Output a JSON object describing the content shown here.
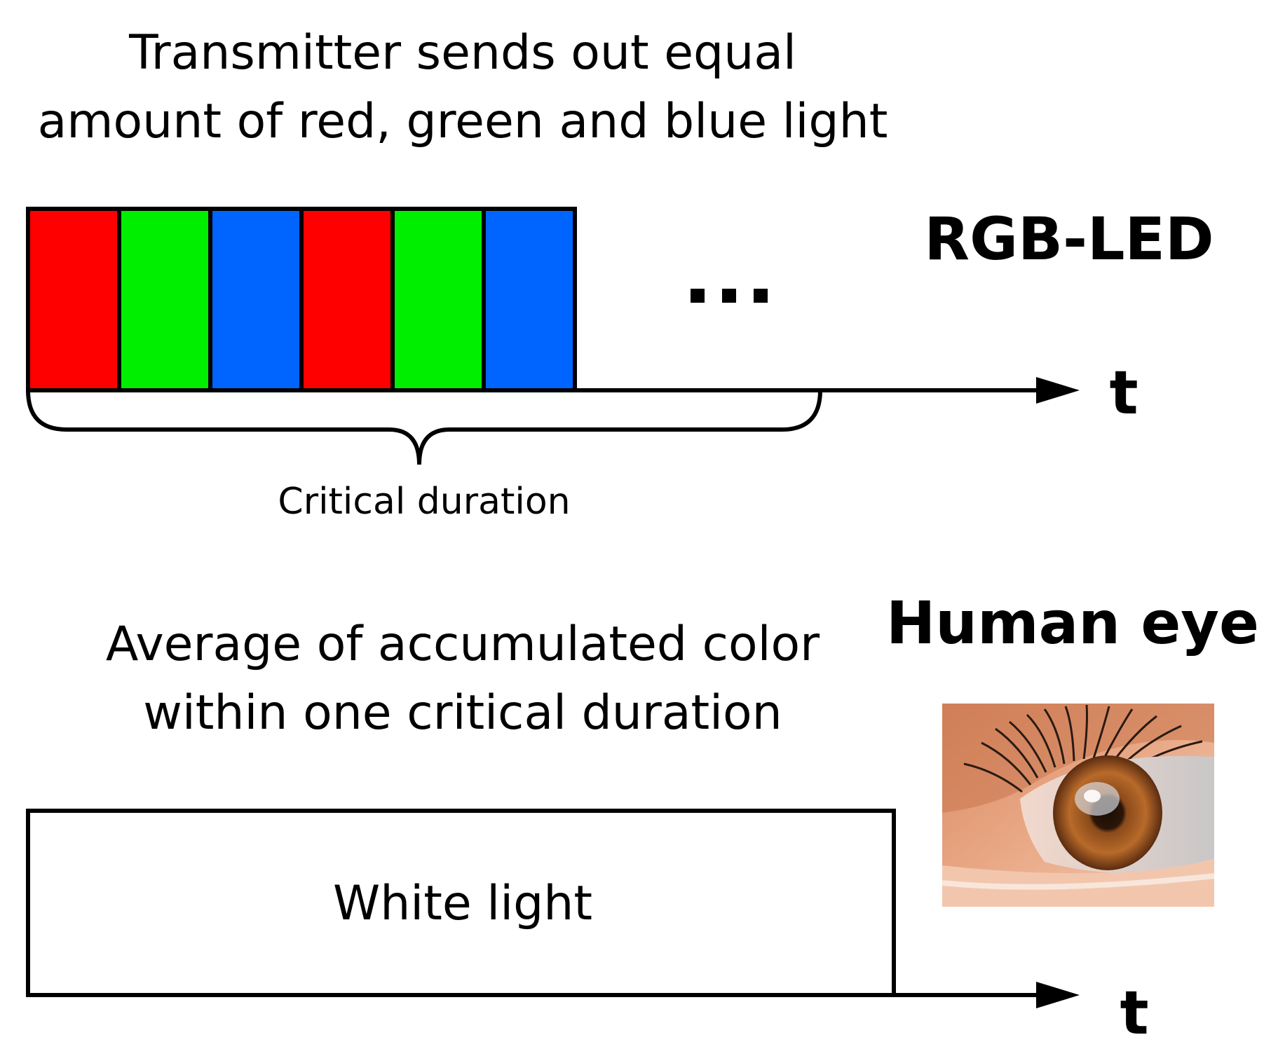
{
  "top_caption": {
    "line1": "Transmitter sends out equal",
    "line2": "amount of red, green and blue light"
  },
  "rgb_led_label": "RGB-LED",
  "color_sequence": [
    "#ff0000",
    "#00ee00",
    "#0064ff",
    "#ff0000",
    "#00ee00",
    "#0064ff"
  ],
  "ellipsis": "...",
  "critical_duration_label": "Critical duration",
  "top_axis_label": "t",
  "human_eye_label": "Human eye",
  "bottom_caption": {
    "line1": "Average of accumulated color",
    "line2": "within one critical duration"
  },
  "white_light_label": "White light",
  "bottom_axis_label": "t"
}
